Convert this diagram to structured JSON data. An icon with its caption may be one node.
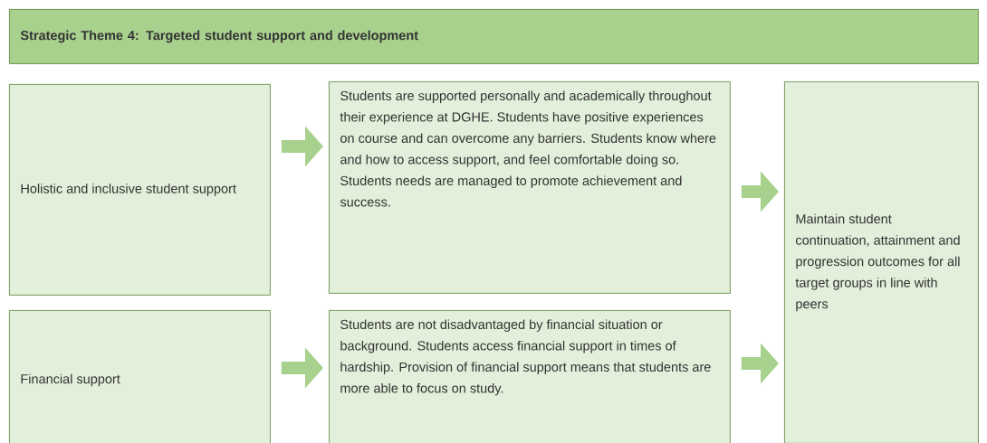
{
  "diagram": {
    "title": "Strategic Theme 4: Targeted student support and development",
    "nodes": [
      {
        "text": [
          "Holistic and inclusive student support"
        ]
      },
      {
        "text": [
          "Students are supported personally and academically throughout their experience at DGHE. Students have positive experiences on course and can overcome any barriers. Students know where and how to access support, and feel comfortable doing so. Students needs are managed to promote achievement and success."
        ]
      },
      {
        "text": [
          "Maintain student continuation, attainment and progression outcomes for all target groups in line with peers"
        ]
      },
      {
        "text": [
          "Financial support"
        ]
      },
      {
        "text": [
          "Students are not disadvantaged by financial situation or background. Students access financial support in times of hardship. Provision of financial support means that students are more able to focus on study."
        ]
      }
    ],
    "edges": [
      {
        "from": 0,
        "to": 1,
        "arrow": "to"
      },
      {
        "from": 1,
        "to": 2,
        "arrow": "to"
      },
      {
        "from": 3,
        "to": 4,
        "arrow": "to"
      },
      {
        "from": 4,
        "to": 2,
        "arrow": "to"
      }
    ]
  }
}
